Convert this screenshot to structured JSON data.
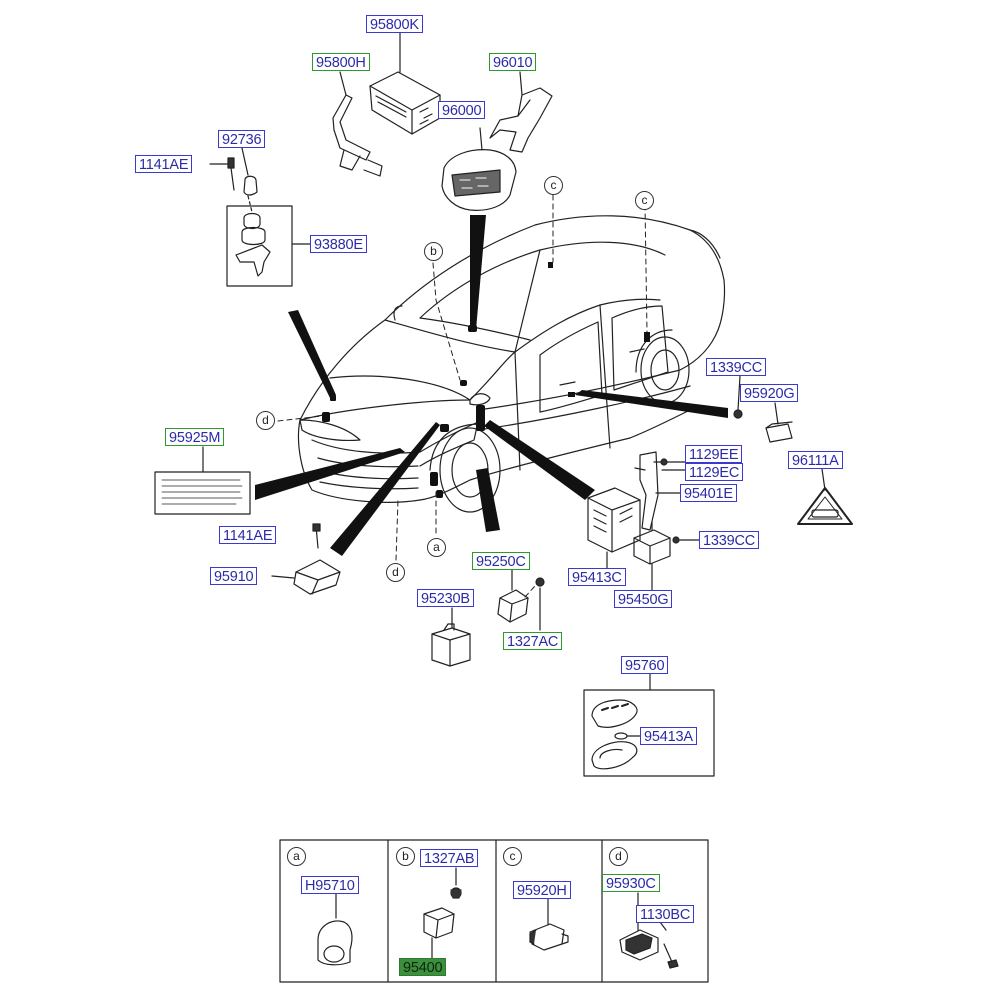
{
  "labels": {
    "l95800K": "95800K",
    "l95800H": "95800H",
    "l96010": "96010",
    "l96000": "96000",
    "l92736": "92736",
    "l1141AE_top": "1141AE",
    "l93880E": "93880E",
    "l1339CC_a": "1339CC",
    "l95920G": "95920G",
    "l1129EE": "1129EE",
    "l1129EC": "1129EC",
    "l96111A": "96111A",
    "l95401E": "95401E",
    "l95925M": "95925M",
    "l1141AE_low": "1141AE",
    "l95910": "95910",
    "l95250C": "95250C",
    "l95230B": "95230B",
    "l1327AC": "1327AC",
    "l1339CC_b": "1339CC",
    "l95413C": "95413C",
    "l95450G": "95450G",
    "l95760": "95760",
    "l95413A": "95413A",
    "l95930C": "95930C",
    "l1130BC": "1130BC",
    "lH95710": "H95710",
    "l1327AB": "1327AB",
    "l95920H": "95920H",
    "l95400": "95400"
  },
  "callouts": {
    "a": "a",
    "b": "b",
    "c": "c",
    "d": "d"
  },
  "colors": {
    "blue_label": "#3a3ad0",
    "green_label": "#2e9a2e",
    "line": "#222222"
  }
}
